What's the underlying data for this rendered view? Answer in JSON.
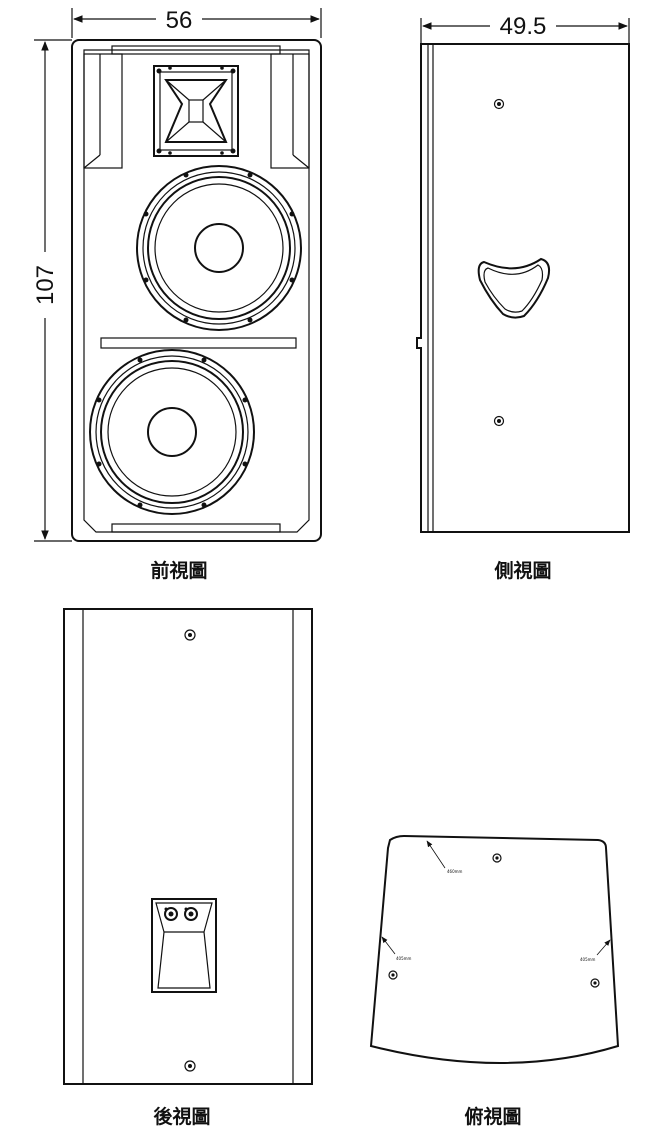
{
  "dimensions": {
    "front_width": "56",
    "height": "107",
    "side_depth": "49.5"
  },
  "captions": {
    "front": "前視圖",
    "side": "側視圖",
    "rear": "後視圖",
    "top": "俯視圖"
  },
  "top_view_labels": {
    "top_edge": "460mm",
    "left_edge": "405mm",
    "right_edge": "405mm"
  }
}
